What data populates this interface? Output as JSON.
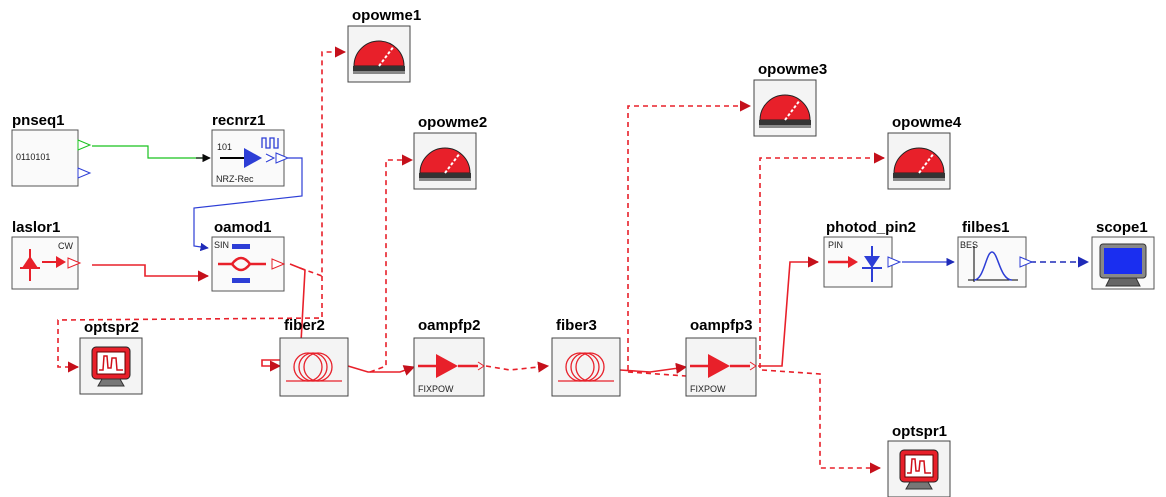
{
  "blocks": {
    "pnseq1": {
      "name": "pnseq1",
      "sublabel": "0110101"
    },
    "recnrz1": {
      "name": "recnrz1",
      "top_label": "101",
      "sublabel": "NRZ-Rec"
    },
    "laslor1": {
      "name": "laslor1",
      "top_label": "CW"
    },
    "oamod1": {
      "name": "oamod1",
      "top_label": "SIN"
    },
    "optspr2": {
      "name": "optspr2"
    },
    "fiber2": {
      "name": "fiber2"
    },
    "oampfp2": {
      "name": "oampfp2",
      "sublabel": "FIXPOW"
    },
    "fiber3": {
      "name": "fiber3"
    },
    "oampfp3": {
      "name": "oampfp3",
      "sublabel": "FIXPOW"
    },
    "photod_pin2": {
      "name": "photod_pin2",
      "top_label": "PIN"
    },
    "filbes1": {
      "name": "filbes1",
      "top_label": "BES"
    },
    "scope1": {
      "name": "scope1"
    },
    "opowme1": {
      "name": "opowme1"
    },
    "opowme2": {
      "name": "opowme2"
    },
    "opowme3": {
      "name": "opowme3"
    },
    "opowme4": {
      "name": "opowme4"
    },
    "optspr1": {
      "name": "optspr1"
    }
  },
  "colors": {
    "optical": "#e8202a",
    "electrical": "#2d3ed6",
    "logical": "#19c21f",
    "meter_face": "#e8202a",
    "screen_blue": "#1a2ef0"
  }
}
